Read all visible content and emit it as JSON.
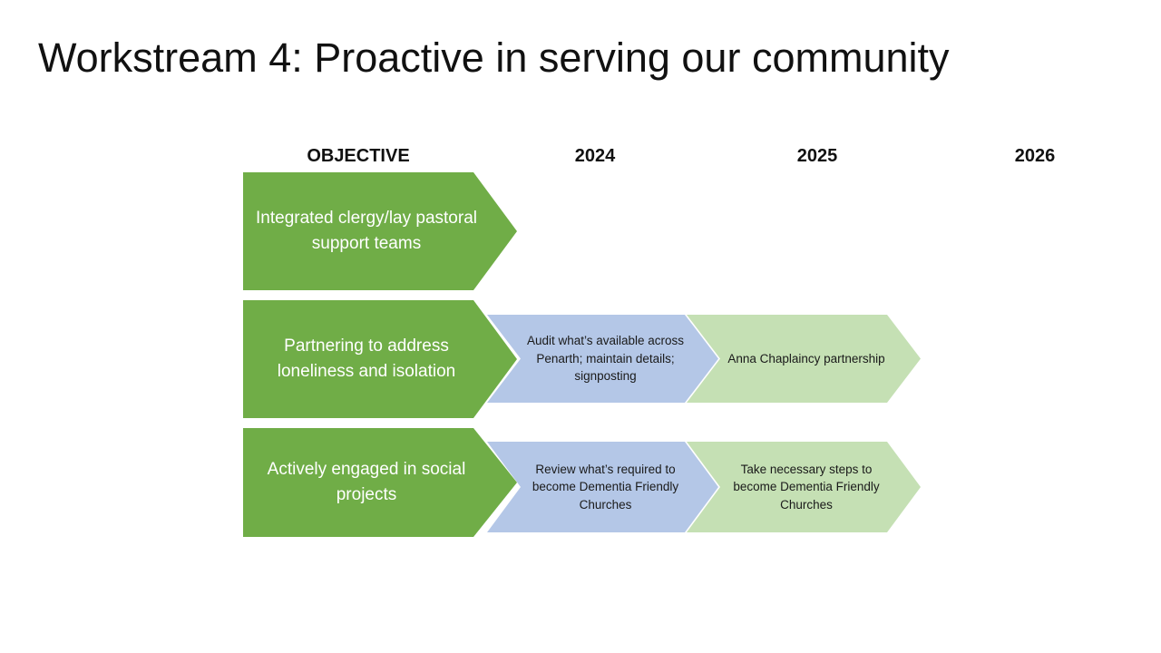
{
  "slide": {
    "title": "Workstream 4: Proactive in serving our community"
  },
  "headers": [
    "OBJECTIVE",
    "2024",
    "2025",
    "2026"
  ],
  "colors": {
    "objective_green": "#70AD47",
    "task_blue": "#B4C7E7",
    "task_light_green": "#C5E0B4",
    "objective_text": "#FFFFFF",
    "task_text": "#1A1A1A"
  },
  "rows": [
    {
      "objective": "Integrated clergy/lay pastoral support teams",
      "items": []
    },
    {
      "objective": "Partnering to address loneliness and isolation",
      "items": [
        {
          "year": "2024",
          "text": "Audit what’s available across Penarth; maintain details; signposting"
        },
        {
          "year": "2025",
          "text": "Anna Chaplaincy partnership"
        }
      ]
    },
    {
      "objective": "Actively engaged in social projects",
      "items": [
        {
          "year": "2024",
          "text": "Review what’s required to become Dementia Friendly Churches"
        },
        {
          "year": "2025",
          "text": "Take necessary steps to become Dementia Friendly Churches"
        }
      ]
    }
  ]
}
